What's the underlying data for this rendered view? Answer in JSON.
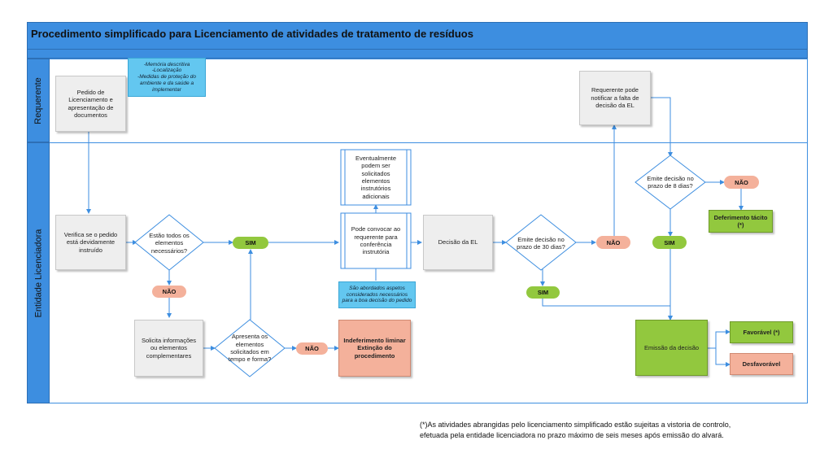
{
  "title": "Procedimento simplificado para Licenciamento de atividades de tratamento de resíduos",
  "lanes": {
    "requerente": "Requerente",
    "entidade": "Entidade Licenciadora"
  },
  "nodes": {
    "pedido": "Pedido de Licenciamento e apresentação de documentos",
    "nota_docs": "-Memória descritiva\n-Localização\n-Medidas de proteção do ambiente e da saúde a implementar",
    "verifica": "Verifica se o pedido está devidamente instruído",
    "estao_todos": "Estão todos os elementos necessários?",
    "solicita": "Solicita informações ou elementos complementares",
    "apresenta": "Apresenta os elementos solicitados em tempo e forma?",
    "indeferimento": "Indeferimento liminar\nExtinção do procedimento",
    "eventualmente": "Eventualmente podem ser solicitados elementos instrutórios adicionais",
    "convocar": "Pode convocar ao requerente para conferência instrutória",
    "nota_aspetos": "São abordados aspetos considerados necessários para a boa decisão do pedido",
    "decisao_el": "Decisão da EL",
    "emite_30": "Emite decisão no prazo de 30 dias?",
    "notificar": "Requerente pode notificar a falta de decisão da EL",
    "emite_8": "Emite decisão no prazo de 8 dias?",
    "deferimento": "Deferimento tácito (*)",
    "emissao": "Emissão da decisão",
    "favoravel": "Favorável (*)",
    "desfavoravel": "Desfavorável"
  },
  "labels": {
    "sim": "SIM",
    "nao": "NÃO"
  },
  "footnote": {
    "line1": "(*)As atividades abrangidas pelo licenciamento simplificado estão sujeitas a vistoria de controlo,",
    "line2": "efetuada pela entidade licenciadora no prazo máximo de seis meses após emissão do alvará."
  },
  "colors": {
    "lane_blue": "#3d8ee0",
    "process_grey": "#eeeeee",
    "sim_green": "#92c83e",
    "nao_salmon": "#f4b19b",
    "note_cyan": "#63c7f0",
    "connector": "#3d8ee0"
  }
}
